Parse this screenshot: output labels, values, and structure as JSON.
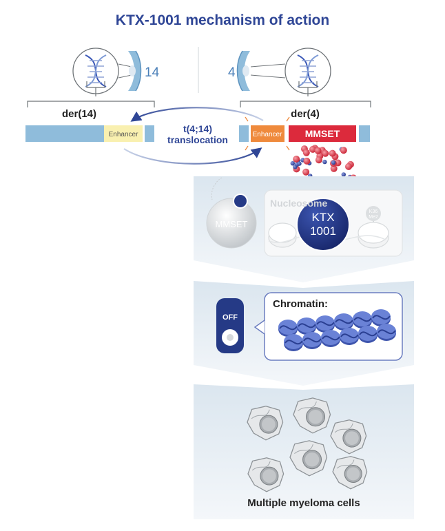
{
  "title": "KTX-1001 mechanism of action",
  "left_chromosome": {
    "number": "14",
    "derivative_label": "der(14)",
    "enhancer_label": "Enhancer"
  },
  "right_chromosome": {
    "number": "4",
    "derivative_label": "der(4)",
    "enhancer_label": "Enhancer",
    "gene_label": "MMSET"
  },
  "translocation": {
    "line1": "t(4;14)",
    "line2": "translocation"
  },
  "panel1": {
    "enzyme_label": "MMSET",
    "nucleosome_label": "Nucleosome",
    "drug_line1": "KTX",
    "drug_line2": "1001",
    "mark_line1": "K36",
    "mark_line2": "Me2"
  },
  "panel2": {
    "switch_label": "OFF",
    "chromatin_label": "Chromatin:"
  },
  "panel3": {
    "cells_label": "Multiple myeloma cells"
  },
  "colors": {
    "title": "#2f4696",
    "chromosome_blue": "#8fbcdb",
    "enhancer_yellow": "#f9f0b0",
    "enhancer_orange": "#ef8a3c",
    "mmset_red": "#dc2a3c",
    "drug_navy": "#253a86",
    "chromatin_blue": "#5b73c7"
  }
}
